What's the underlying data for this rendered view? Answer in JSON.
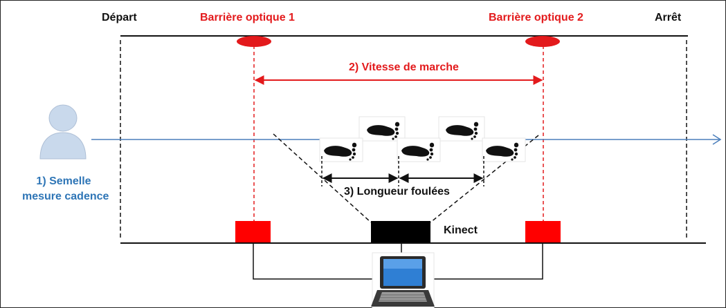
{
  "labels": {
    "depart": "Départ",
    "barrier1": "Barrière optique 1",
    "barrier2": "Barrière optique 2",
    "arret": "Arrêt",
    "speed": "2) Vitesse de marche",
    "insole_line1": "1) Semelle",
    "insole_line2": "mesure cadence",
    "stride": "3) Longueur foulées",
    "kinect": "Kinect"
  },
  "colors": {
    "red": "#e31a1c",
    "blue": "#2e75b6",
    "black": "#111111",
    "person": "#c9d9ec"
  },
  "icons": {
    "person": "person-icon",
    "laptop": "laptop-icon",
    "footprint": "footprint-icon"
  }
}
